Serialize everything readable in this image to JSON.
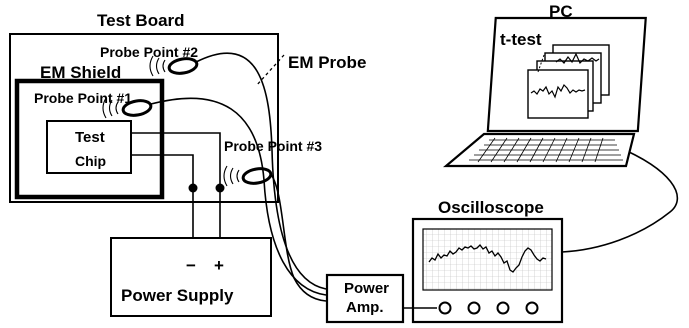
{
  "labels": {
    "test_board": "Test Board",
    "em_shield": "EM Shield",
    "test": "Test",
    "chip": "Chip",
    "probe1": "Probe Point #1",
    "probe2": "Probe Point #2",
    "probe3": "Probe Point #3",
    "em_probe": "EM Probe",
    "power_supply": "Power Supply",
    "minus": "−",
    "plus": "+",
    "power_amp_line1": "Power",
    "power_amp_line2": "Amp.",
    "oscilloscope": "Oscilloscope",
    "pc": "PC",
    "ttest": "t-test"
  }
}
